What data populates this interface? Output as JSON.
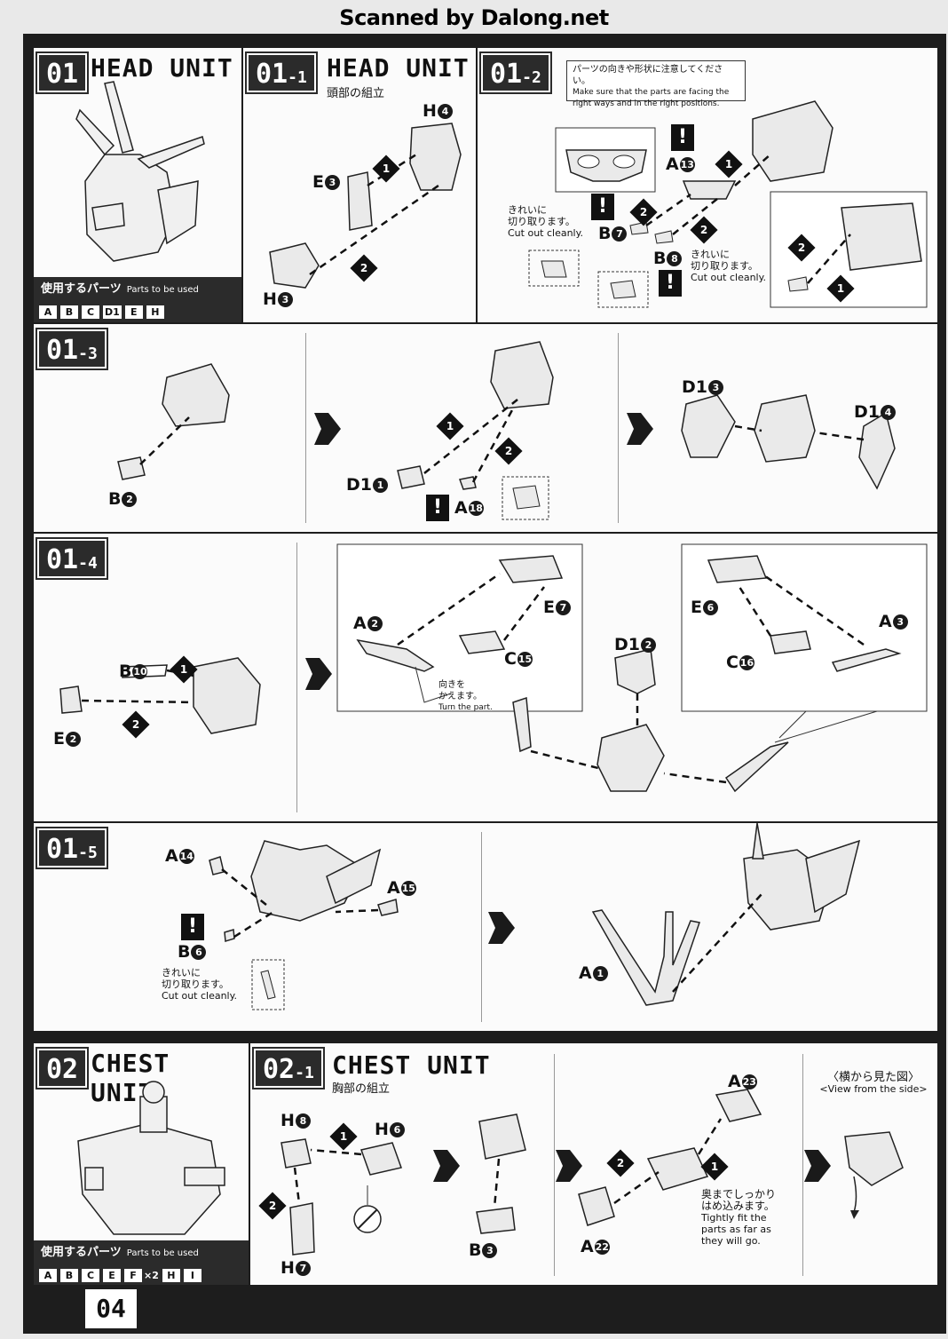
{
  "scan_credit": "Scanned by Dalong.net",
  "page_number": "04",
  "steps": {
    "s01": {
      "num": "01",
      "title": "HEAD UNIT",
      "parts_label": "使用するパーツ",
      "parts_label_en": "Parts to be used",
      "parts": [
        "A",
        "B",
        "C",
        "D1",
        "E",
        "H"
      ]
    },
    "s01_1": {
      "num": "01",
      "sub": "-1",
      "title": "HEAD UNIT",
      "jp": "頭部の組立",
      "labels": {
        "h4": "H",
        "h4n": "4",
        "e3": "E",
        "e3n": "3",
        "h3": "H",
        "h3n": "3"
      }
    },
    "s01_2": {
      "num": "01",
      "sub": "-2",
      "notice_jp": "パーツの向きや形状に注意してください。",
      "notice_en1": "Make sure that the parts are facing the",
      "notice_en2": "right ways and in the right positions.",
      "cut_jp1": "きれいに",
      "cut_jp2": "切り取ります。",
      "cut_en": "Cut out cleanly.",
      "labels": {
        "a13": "A",
        "a13n": "13",
        "b7": "B",
        "b7n": "7",
        "b8": "B",
        "b8n": "8"
      }
    },
    "s01_3": {
      "num": "01",
      "sub": "-3",
      "labels": {
        "b2": "B",
        "b2n": "2",
        "d11": "D1",
        "d11n": "1",
        "a18": "A",
        "a18n": "18",
        "d13": "D1",
        "d13n": "3",
        "d14": "D1",
        "d14n": "4"
      }
    },
    "s01_4": {
      "num": "01",
      "sub": "-4",
      "turn_jp1": "向きを",
      "turn_jp2": "かえます。",
      "turn_en": "Turn the part.",
      "labels": {
        "b10": "B",
        "b10n": "10",
        "e2": "E",
        "e2n": "2",
        "a2": "A",
        "a2n": "2",
        "e7": "E",
        "e7n": "7",
        "c15": "C",
        "c15n": "15",
        "d12": "D1",
        "d12n": "2",
        "e6": "E",
        "e6n": "6",
        "a3": "A",
        "a3n": "3",
        "c16": "C",
        "c16n": "16"
      }
    },
    "s01_5": {
      "num": "01",
      "sub": "-5",
      "cut_jp1": "きれいに",
      "cut_jp2": "切り取ります。",
      "cut_en": "Cut out cleanly.",
      "labels": {
        "a14": "A",
        "a14n": "14",
        "a15": "A",
        "a15n": "15",
        "b6": "B",
        "b6n": "6",
        "a1": "A",
        "a1n": "1"
      }
    },
    "s02": {
      "num": "02",
      "title": "CHEST UNIT",
      "parts_label": "使用するパーツ",
      "parts_label_en": "Parts to be used",
      "parts": [
        "A",
        "B",
        "C",
        "E",
        "F"
      ],
      "f_mult": "×2",
      "parts_tail": [
        "H",
        "I"
      ]
    },
    "s02_1": {
      "num": "02",
      "sub": "-1",
      "title": "CHEST UNIT",
      "jp": "胸部の組立",
      "fit_jp1": "奥までしっかり",
      "fit_jp2": "はめ込みます。",
      "fit_en1": "Tightly fit the",
      "fit_en2": "parts as far as",
      "fit_en3": "they will go.",
      "side_jp": "〈横から見た図〉",
      "side_en": "<View from the side>",
      "labels": {
        "h8": "H",
        "h8n": "8",
        "h6": "H",
        "h6n": "6",
        "h7": "H",
        "h7n": "7",
        "b3": "B",
        "b3n": "3",
        "a23": "A",
        "a23n": "23",
        "a22": "A",
        "a22n": "22"
      }
    }
  },
  "seq_markers": [
    "1",
    "2"
  ],
  "warn_mark": "!",
  "colors": {
    "frame": "#1d1d1d",
    "panel": "#fbfbfb",
    "ink": "#111111"
  }
}
